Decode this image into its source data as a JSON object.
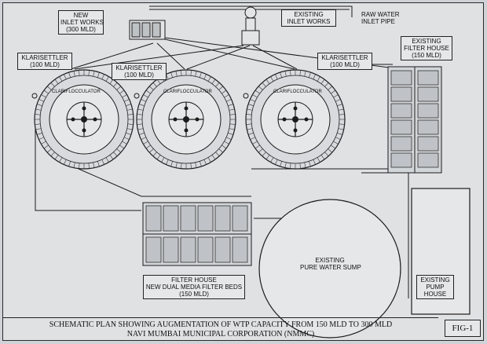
{
  "labels": {
    "new_inlet": [
      "NEW",
      "INLET WORKS",
      "(300 MLD)"
    ],
    "existing_inlet": [
      "EXISTING",
      "INLET WORKS"
    ],
    "raw_water": [
      "RAW WATER",
      "INLET PIPE"
    ],
    "klarisettler_1": [
      "KLARISETTLER",
      "(100 MLD)"
    ],
    "klarisettler_2": [
      "KLARISETTLER",
      "(100 MLD)"
    ],
    "klarisettler_3": [
      "KLARISETTLER",
      "(100 MLD)"
    ],
    "existing_filter_house": [
      "EXISTING",
      "FILTER HOUSE",
      "(150 MLD)"
    ],
    "clariflocculator": "CLARIFLOCCULATOR",
    "new_filter_house": [
      "FILTER HOUSE",
      "NEW DUAL MEDIA FILTER BEDS",
      "(150 MLD)"
    ],
    "pure_water_sump": [
      "EXISTING",
      "PURE WATER SUMP"
    ],
    "pump_house": [
      "EXISTING",
      "PUMP",
      "HOUSE"
    ]
  },
  "caption": {
    "line1": "SCHEMATIC PLAN SHOWING AUGMENTATION OF  WTP CAPACITY FROM 150 MLD TO 300 MLD",
    "line2": "NAVI MUMBAI MUNICIPAL CORPORATION (NMMC)",
    "fig": "FIG-1"
  },
  "colors": {
    "line": "#1c1c1c",
    "paper": "#dfe1e3",
    "tank_fill": "#d8dadd"
  }
}
